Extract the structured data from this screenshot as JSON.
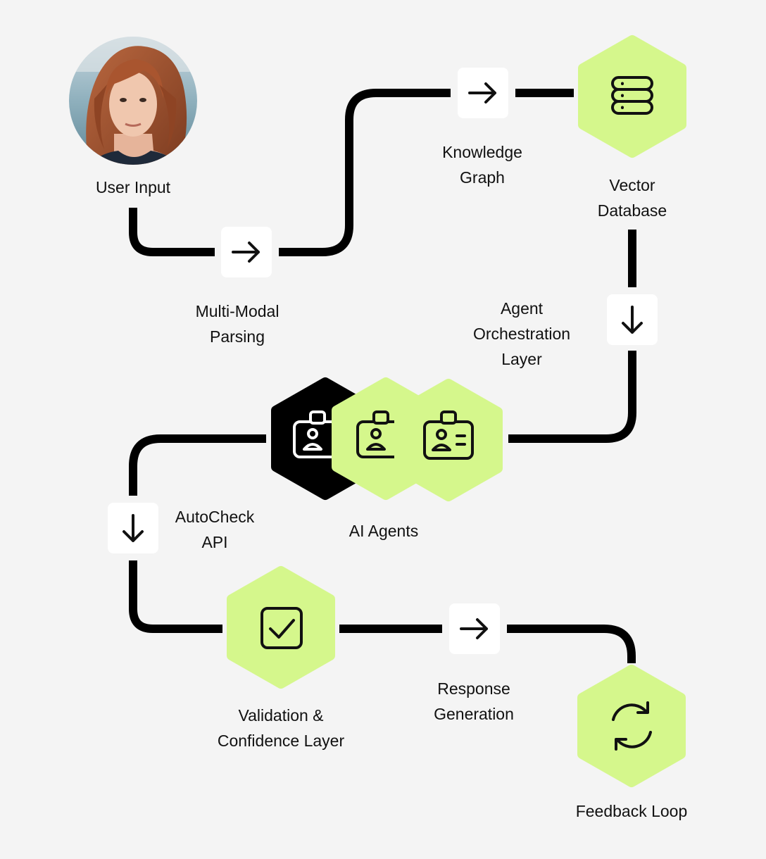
{
  "colors": {
    "background": "#f4f4f4",
    "node_fill": "#d5f78c",
    "node_dark": "#000000",
    "connector": "#000000",
    "arrow_box": "#ffffff",
    "text": "#111111"
  },
  "nodes": {
    "user_input": {
      "label": "User Input",
      "icon": "user-avatar-photo"
    },
    "vector_db": {
      "label_1": "Vector",
      "label_2": "Database",
      "icon": "database-icon"
    },
    "ai_agents": {
      "label": "AI Agents",
      "icon": "id-badge-icon"
    },
    "validation": {
      "label_1": "Validation &",
      "label_2": "Confidence Layer",
      "icon": "checkbox-icon"
    },
    "feedback": {
      "label": "Feedback Loop",
      "icon": "refresh-icon"
    }
  },
  "connectors": {
    "multi_modal": {
      "label_1": "Multi-Modal",
      "label_2": "Parsing",
      "icon": "arrow-right-icon"
    },
    "knowledge_graph": {
      "label_1": "Knowledge",
      "label_2": "Graph",
      "icon": "arrow-right-icon"
    },
    "orchestration": {
      "label_1": "Agent",
      "label_2": "Orchestration",
      "label_3": "Layer",
      "icon": "arrow-down-icon"
    },
    "autocheck": {
      "label_1": "AutoCheck",
      "label_2": "API",
      "icon": "arrow-down-icon"
    },
    "response": {
      "label_1": "Response",
      "label_2": "Generation",
      "icon": "arrow-right-icon"
    }
  }
}
